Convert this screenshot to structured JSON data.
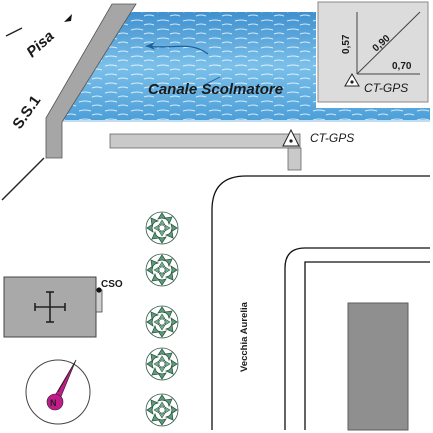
{
  "map": {
    "canal_label": "Canale Scolmatore",
    "road_label": "S.S.1",
    "direction_label": "Pisa",
    "street_label": "Vecchia Aurelia",
    "gps_label_bridge": "CT-GPS",
    "cso_label": "CSO",
    "inset": {
      "gps_label": "CT-GPS",
      "dist_vertical": "0,57",
      "dist_diagonal": "0,90",
      "dist_horizontal": "0,70"
    }
  },
  "colors": {
    "water": "#5aa6d8",
    "water_dark": "#2f7fc0",
    "structure_gray": "#a9a9a9",
    "building_gray": "#8e8e8e",
    "tree_green": "#5d9b79",
    "compass_magenta": "#c21a8a"
  }
}
